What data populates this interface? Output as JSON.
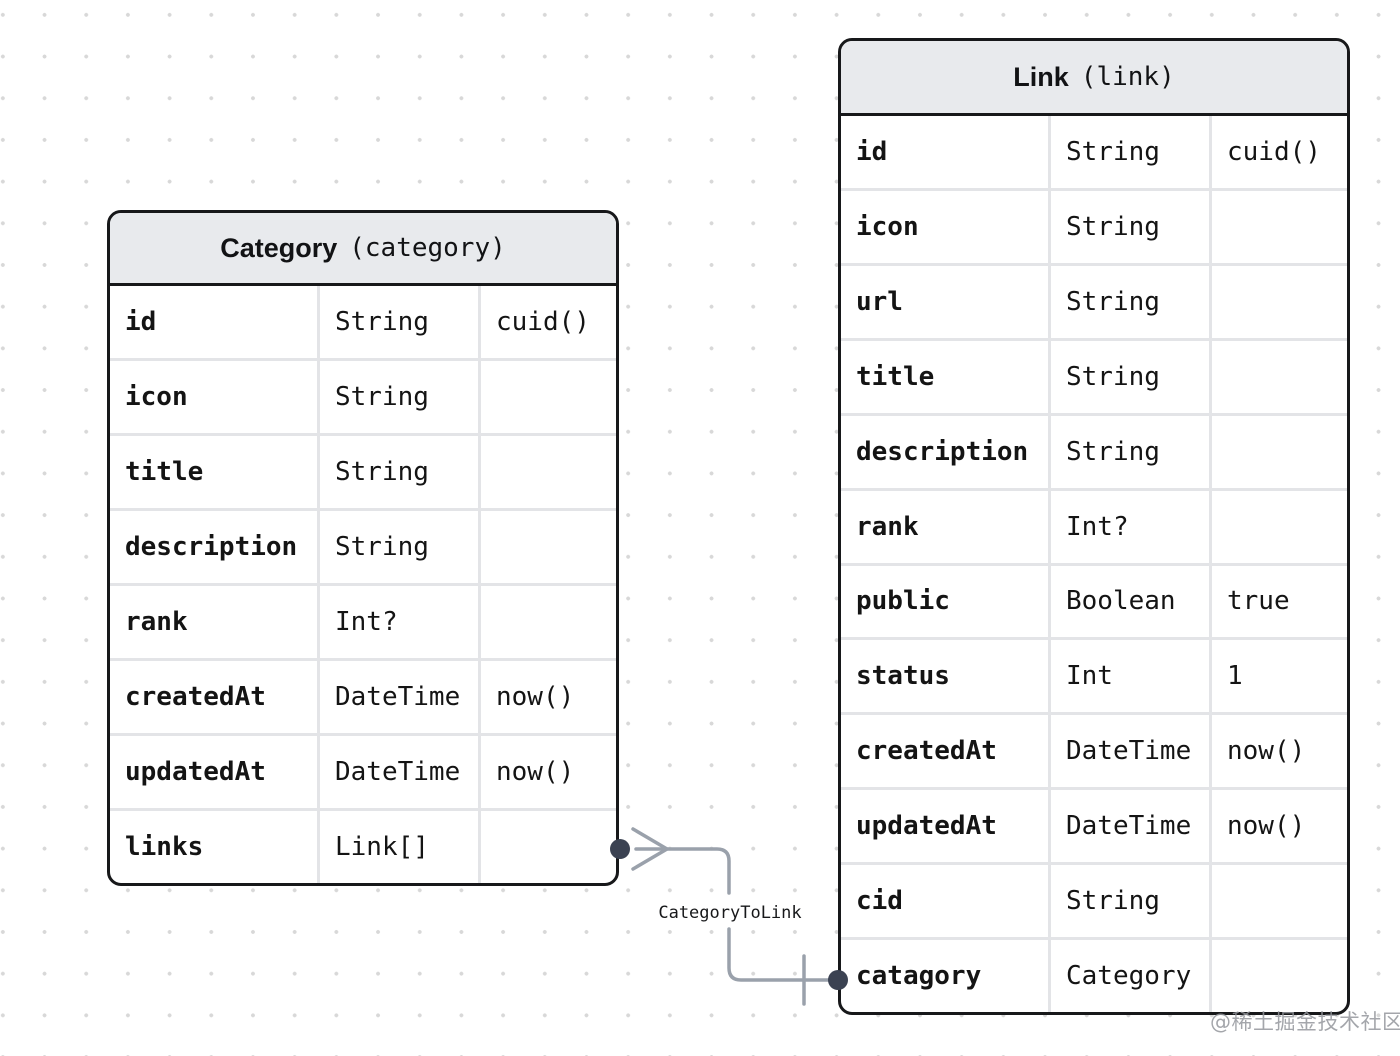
{
  "colors": {
    "entity_border": "#17181a",
    "header_bg": "#e8eaed",
    "cell_divider": "#e3e4e7",
    "relation_line": "#9aa1ab",
    "relation_dot": "#3b4252",
    "canvas_dot": "#d8d8d8",
    "watermark_text": "#94969c"
  },
  "entities": [
    {
      "id": "category",
      "name": "Category",
      "schema_name": "(category)",
      "fields": [
        {
          "name": "id",
          "type": "String",
          "default": "cuid()"
        },
        {
          "name": "icon",
          "type": "String",
          "default": ""
        },
        {
          "name": "title",
          "type": "String",
          "default": ""
        },
        {
          "name": "description",
          "type": "String",
          "default": ""
        },
        {
          "name": "rank",
          "type": "Int?",
          "default": ""
        },
        {
          "name": "createdAt",
          "type": "DateTime",
          "default": "now()"
        },
        {
          "name": "updatedAt",
          "type": "DateTime",
          "default": "now()"
        },
        {
          "name": "links",
          "type": "Link[]",
          "default": ""
        }
      ]
    },
    {
      "id": "link",
      "name": "Link",
      "schema_name": "(link)",
      "fields": [
        {
          "name": "id",
          "type": "String",
          "default": "cuid()"
        },
        {
          "name": "icon",
          "type": "String",
          "default": ""
        },
        {
          "name": "url",
          "type": "String",
          "default": ""
        },
        {
          "name": "title",
          "type": "String",
          "default": ""
        },
        {
          "name": "description",
          "type": "String",
          "default": ""
        },
        {
          "name": "rank",
          "type": "Int?",
          "default": ""
        },
        {
          "name": "public",
          "type": "Boolean",
          "default": "true"
        },
        {
          "name": "status",
          "type": "Int",
          "default": "1"
        },
        {
          "name": "createdAt",
          "type": "DateTime",
          "default": "now()"
        },
        {
          "name": "updatedAt",
          "type": "DateTime",
          "default": "now()"
        },
        {
          "name": "cid",
          "type": "String",
          "default": ""
        },
        {
          "name": "catagory",
          "type": "Category",
          "default": ""
        }
      ]
    }
  ],
  "relation": {
    "label": "CategoryToLink",
    "from_entity": "Category",
    "from_field": "links",
    "to_entity": "Link",
    "to_field": "catagory",
    "from_cardinality": "many",
    "to_cardinality": "one"
  },
  "watermark": "@稀土掘金技术社区"
}
